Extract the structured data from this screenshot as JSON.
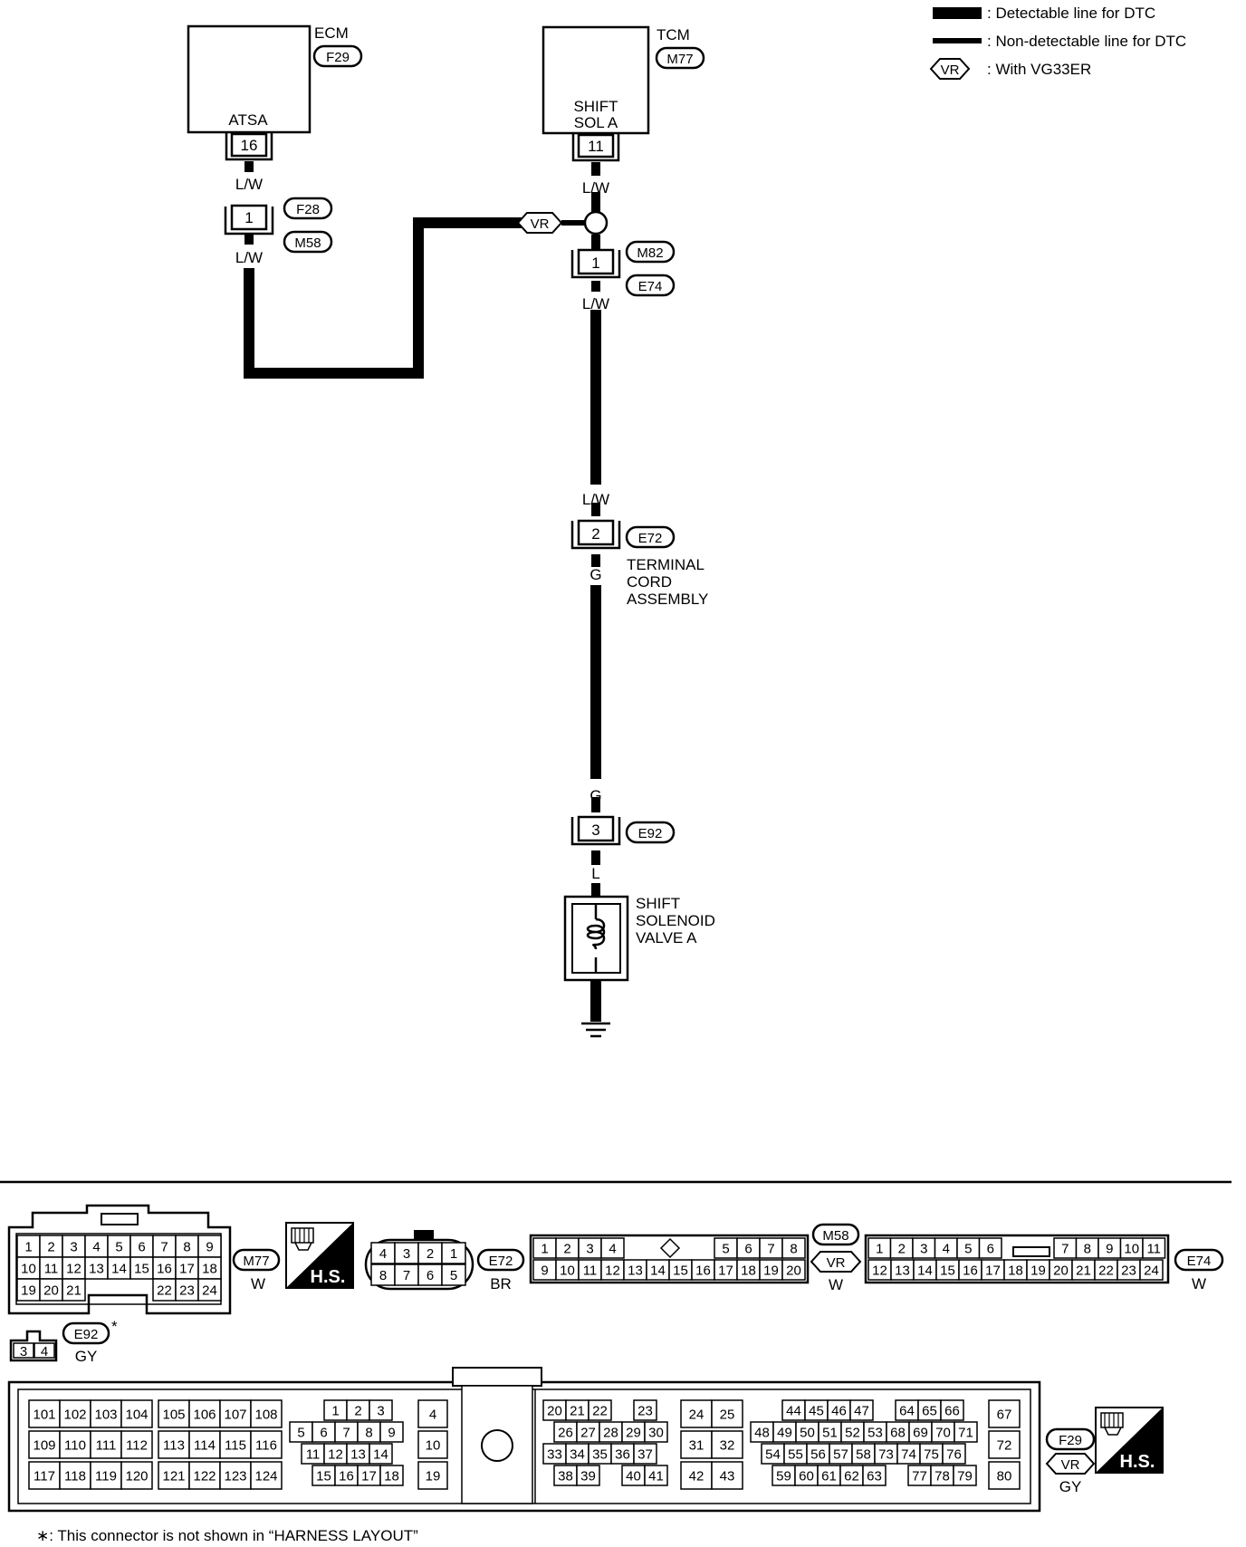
{
  "legend": {
    "detectable": ": Detectable line for DTC",
    "non_detectable": ": Non-detectable line for DTC",
    "vr_badge": "VR",
    "vr_text": ": With VG33ER"
  },
  "ecm": {
    "name": "ECM",
    "connector": "F29",
    "terminal_label": "ATSA",
    "pin": "16"
  },
  "tcm": {
    "name": "TCM",
    "connector": "M77",
    "terminal_label_1": "SHIFT",
    "terminal_label_2": "SOL A",
    "pin": "11"
  },
  "wires": {
    "ecm_lw_1": "L/W",
    "ecm_lw_2": "L/W",
    "tcm_lw_1": "L/W",
    "tcm_lw_2": "L/W",
    "tcm_lw_3": "L/W",
    "g_1": "G",
    "g_2": "G",
    "l": "L"
  },
  "joints": {
    "f28": {
      "pin": "1",
      "top": "F28",
      "bottom": "M58"
    },
    "m82": {
      "pin": "1",
      "top": "M82",
      "bottom": "E74"
    },
    "vr": "VR"
  },
  "e72": {
    "pin": "2",
    "connector": "E72",
    "label_1": "TERMINAL",
    "label_2": "CORD",
    "label_3": "ASSEMBLY"
  },
  "e92": {
    "pin": "3",
    "connector": "E92"
  },
  "solenoid": {
    "label_1": "SHIFT",
    "label_2": "SOLENOID",
    "label_3": "VALVE A"
  },
  "connector_views": {
    "m77": {
      "id": "M77",
      "color": "W",
      "row1": [
        "1",
        "2",
        "3",
        "4",
        "5",
        "6",
        "7",
        "8",
        "9"
      ],
      "row2": [
        "10",
        "11",
        "12",
        "13",
        "14",
        "15",
        "16",
        "17",
        "18"
      ],
      "row3a": [
        "19",
        "20",
        "21"
      ],
      "row3b": [
        "22",
        "23",
        "24"
      ]
    },
    "hs": "H.S.",
    "e72": {
      "id": "E72",
      "color": "BR",
      "top": [
        "4",
        "3",
        "2",
        "1"
      ],
      "bottom": [
        "8",
        "7",
        "6",
        "5"
      ]
    },
    "m58": {
      "id": "M58",
      "vr": "VR",
      "color": "W",
      "row1a": [
        "1",
        "2",
        "3",
        "4"
      ],
      "row1b": [
        "5",
        "6",
        "7",
        "8"
      ],
      "row2": [
        "9",
        "10",
        "11",
        "12",
        "13",
        "14",
        "15",
        "16",
        "17",
        "18",
        "19",
        "20"
      ]
    },
    "e74": {
      "id": "E74",
      "color": "W",
      "row1a": [
        "1",
        "2",
        "3",
        "4",
        "5",
        "6"
      ],
      "row1b": [
        "7",
        "8",
        "9",
        "10",
        "11"
      ],
      "row2": [
        "12",
        "13",
        "14",
        "15",
        "16",
        "17",
        "18",
        "19",
        "20",
        "21",
        "22",
        "23",
        "24"
      ]
    },
    "e92": {
      "id": "E92",
      "color": "GY",
      "pins": [
        "3",
        "4"
      ]
    },
    "f29": {
      "id": "F29",
      "vr": "VR",
      "color": "GY",
      "g1": [
        [
          "101",
          "102",
          "103",
          "104"
        ],
        [
          "109",
          "110",
          "111",
          "112"
        ],
        [
          "117",
          "118",
          "119",
          "120"
        ]
      ],
      "g2": [
        [
          "105",
          "106",
          "107",
          "108"
        ],
        [
          "113",
          "114",
          "115",
          "116"
        ],
        [
          "121",
          "122",
          "123",
          "124"
        ]
      ],
      "g3": [
        [
          "1",
          "2",
          "3"
        ],
        [
          "5",
          "6",
          "7",
          "8",
          "9"
        ],
        [
          "11",
          "12",
          "13",
          "14"
        ],
        [
          "15",
          "16",
          "17",
          "18"
        ]
      ],
      "g4": [
        "4",
        "10",
        "19"
      ],
      "g5": [
        [
          "20",
          "21",
          "22"
        ],
        [
          "23"
        ],
        [
          "26",
          "27",
          "28",
          "29",
          "30"
        ],
        [
          "33",
          "34",
          "35",
          "36",
          "37"
        ],
        [
          "38",
          "39"
        ],
        [
          "40",
          "41"
        ]
      ],
      "g6": [
        [
          "24",
          "25"
        ],
        [
          "31",
          "32"
        ],
        [
          "42",
          "43"
        ]
      ],
      "g7": [
        [
          "44",
          "45",
          "46",
          "47"
        ],
        [
          "64",
          "65",
          "66"
        ],
        [
          "48",
          "49",
          "50",
          "51",
          "52",
          "53",
          "68",
          "69",
          "70",
          "71"
        ],
        [
          "54",
          "55",
          "56",
          "57",
          "58",
          "73",
          "74",
          "75",
          "76"
        ],
        [
          "59",
          "60",
          "61",
          "62",
          "63"
        ],
        [
          "77",
          "78",
          "79"
        ]
      ],
      "g8": [
        "67",
        "72",
        "80"
      ]
    }
  },
  "footnote": "∗: This connector is not shown in “HARNESS LAYOUT”"
}
